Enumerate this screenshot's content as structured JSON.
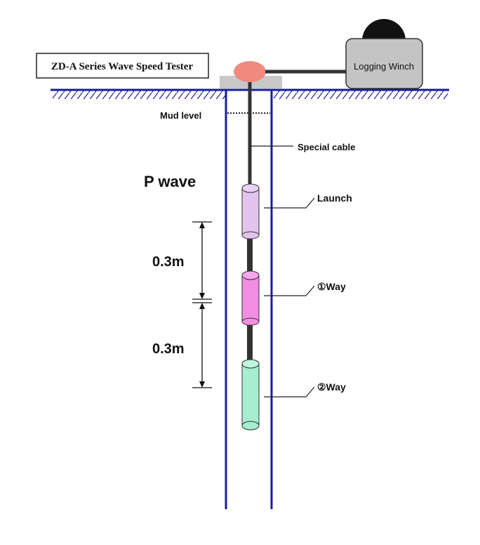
{
  "device": {
    "tester_label": "ZD-A Series Wave Speed Tester",
    "winch_label": "Logging Winch"
  },
  "labels": {
    "mud_level": "Mud level",
    "special_cable": "Special cable",
    "p_wave": "P wave",
    "launch": "Launch",
    "way1": "①Way",
    "way2": "②Way",
    "spacing_1": "0.3m",
    "spacing_2": "0.3m"
  },
  "colors": {
    "ground": "#1a1aa6",
    "cable": "#333333",
    "launch_probe": "#e2c4ee",
    "way1_probe": "#f28ee2",
    "way2_probe": "#a6eed0",
    "pulley": "#f08a7e",
    "platform": "#c8c8c8",
    "winch": "#c4c4c4"
  }
}
